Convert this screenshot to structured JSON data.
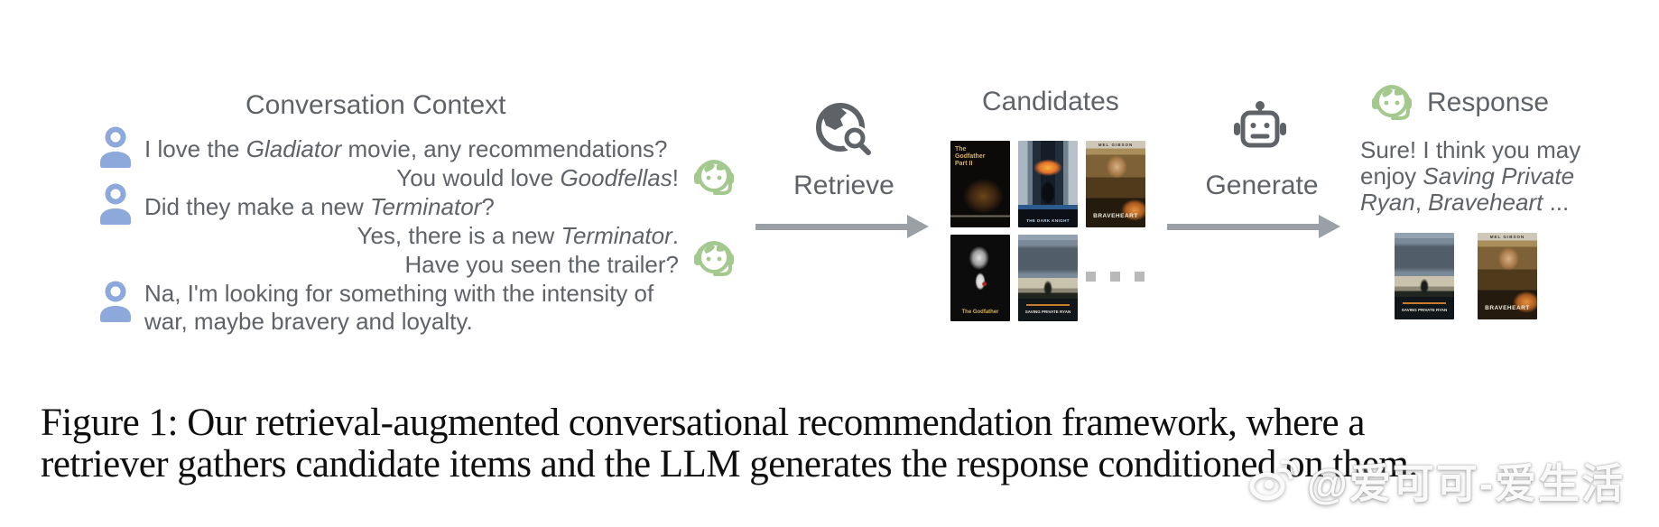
{
  "conversation": {
    "title": "Conversation Context",
    "messages": [
      {
        "speaker": "user",
        "segments": [
          {
            "t": "I love the "
          },
          {
            "t": "Gladiator",
            "i": true
          },
          {
            "t": " movie, any recommendations?"
          }
        ]
      },
      {
        "speaker": "agent",
        "segments": [
          {
            "t": "You would love "
          },
          {
            "t": "Goodfellas",
            "i": true
          },
          {
            "t": "!"
          }
        ]
      },
      {
        "speaker": "user",
        "segments": [
          {
            "t": "Did they make a new "
          },
          {
            "t": "Terminator",
            "i": true
          },
          {
            "t": "?"
          }
        ]
      },
      {
        "speaker": "agent",
        "segments": [
          {
            "t": "Yes, there is a new "
          },
          {
            "t": "Terminator",
            "i": true
          },
          {
            "t": "."
          }
        ]
      },
      {
        "speaker": "agent",
        "segments": [
          {
            "t": "Have you seen the trailer?"
          }
        ]
      },
      {
        "speaker": "user",
        "segments": [
          {
            "t": "Na, I'm looking for something with the intensity of"
          }
        ]
      },
      {
        "speaker": "user",
        "segments": [
          {
            "t": "war, maybe bravery and loyalty."
          }
        ]
      }
    ]
  },
  "retrieve": {
    "label": "Retrieve",
    "icon": "globe-search-icon"
  },
  "candidates": {
    "title": "Candidates",
    "row1": [
      {
        "name": "The Godfather Part II",
        "label": "The Godfather Part II"
      },
      {
        "name": "The Dark Knight",
        "label": "THE DARK KNIGHT"
      },
      {
        "name": "Braveheart",
        "top_label": "MEL GIBSON",
        "label": "BRAVEHEART"
      }
    ],
    "row2": [
      {
        "name": "The Godfather",
        "label": "The Godfather"
      },
      {
        "name": "Saving Private Ryan",
        "label": "SAVING PRIVATE RYAN"
      }
    ],
    "more_indicator": "..."
  },
  "generate": {
    "label": "Generate",
    "icon": "robot-icon"
  },
  "response": {
    "title": "Response",
    "lines": [
      [
        {
          "t": "Sure! I think you may"
        }
      ],
      [
        {
          "t": "enjoy "
        },
        {
          "t": "Saving Private",
          "i": true
        }
      ],
      [
        {
          "t": "Ryan",
          "i": true
        },
        {
          "t": ", "
        },
        {
          "t": "Braveheart",
          "i": true
        },
        {
          "t": " ..."
        }
      ]
    ],
    "posters": [
      {
        "name": "Saving Private Ryan",
        "label": "SAVING PRIVATE RYAN"
      },
      {
        "name": "Braveheart",
        "top_label": "MEL GIBSON",
        "label": "BRAVEHEART"
      }
    ]
  },
  "caption": {
    "line1": "Figure 1: Our retrieval-augmented conversational recommendation framework, where a",
    "line2": "retriever gathers candidate items and the LLM generates the response conditioned on them."
  },
  "watermark": {
    "icon": "weibo-icon",
    "text": "@爱可可-爱生活"
  },
  "colors": {
    "user_blue": "#8DA9DC",
    "agent_green": "#A3C98F",
    "icon_gray": "#5F6368",
    "text_gray": "#5F6368",
    "arrow_gray": "#9AA0A6"
  }
}
